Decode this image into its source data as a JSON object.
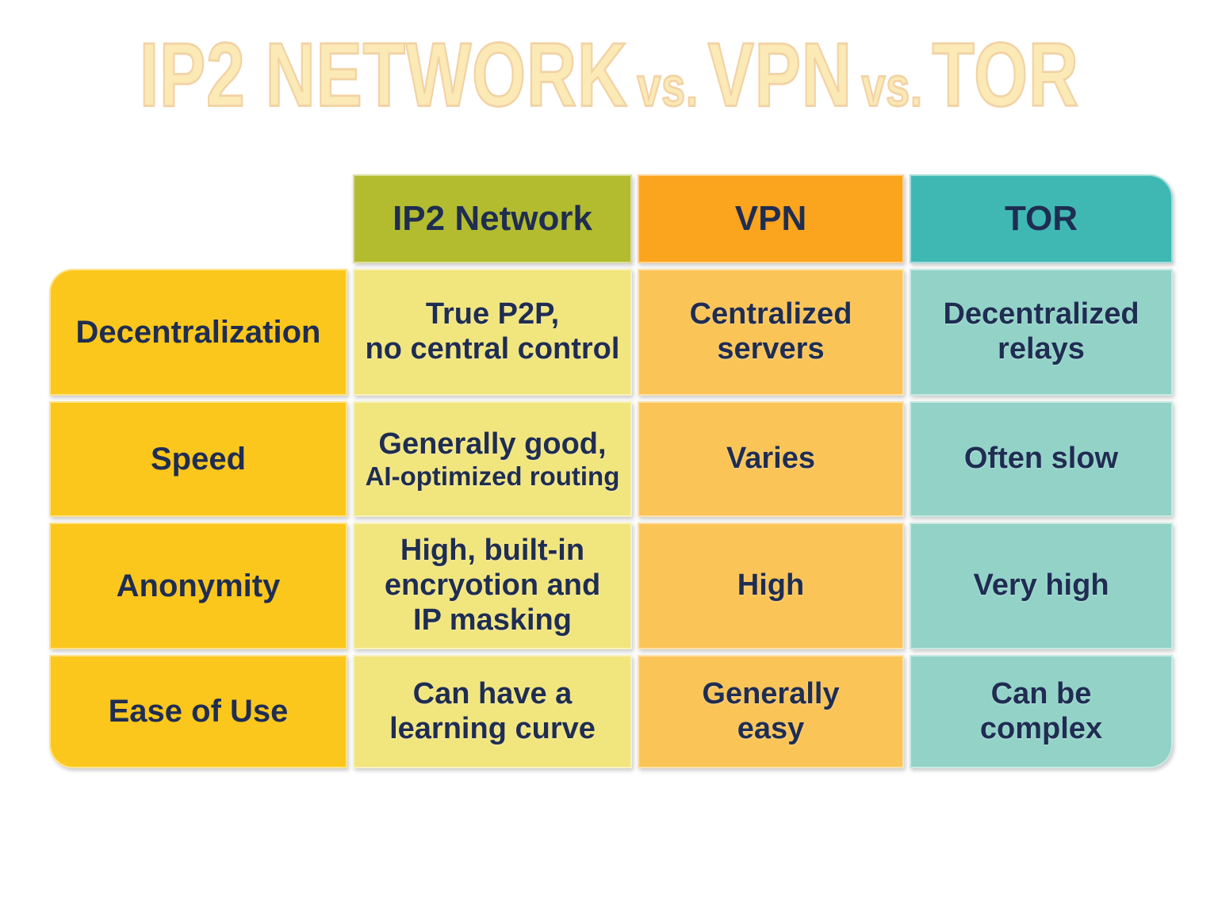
{
  "title": {
    "part1": "IP2 NETWORK",
    "vs1": "vs.",
    "part2": "VPN",
    "vs2": "vs.",
    "part3": "TOR",
    "color": "#fbe9b6",
    "outline_color": "#f2d2a4"
  },
  "table": {
    "columns": [
      {
        "id": "ip2",
        "label": "IP2 Network",
        "header_color": "#b3bc2f",
        "cell_color": "#f1e57d"
      },
      {
        "id": "vpn",
        "label": "VPN",
        "header_color": "#fba41e",
        "cell_color": "#fbc457"
      },
      {
        "id": "tor",
        "label": "TOR",
        "header_color": "#3fb8b3",
        "cell_color": "#92d2c7"
      }
    ],
    "row_label_color": "#fcc71d",
    "text_color": "#1f2d52",
    "rows": [
      {
        "label": "Decentralization",
        "cells": [
          {
            "text": "True P2P,\nno central control"
          },
          {
            "text": "Centralized\nservers"
          },
          {
            "text": "Decentralized\nrelays"
          }
        ]
      },
      {
        "label": "Speed",
        "cells": [
          {
            "text": "Generally good,",
            "sub": "AI-optimized routing"
          },
          {
            "text": "Varies"
          },
          {
            "text": "Often slow"
          }
        ]
      },
      {
        "label": "Anonymity",
        "cells": [
          {
            "text": "High, built-in\nencryotion and\nIP masking"
          },
          {
            "text": "High"
          },
          {
            "text": "Very high"
          }
        ]
      },
      {
        "label": "Ease of Use",
        "cells": [
          {
            "text": "Can have a\nlearning curve"
          },
          {
            "text": "Generally\neasy"
          },
          {
            "text": "Can be\ncomplex"
          }
        ]
      }
    ]
  }
}
